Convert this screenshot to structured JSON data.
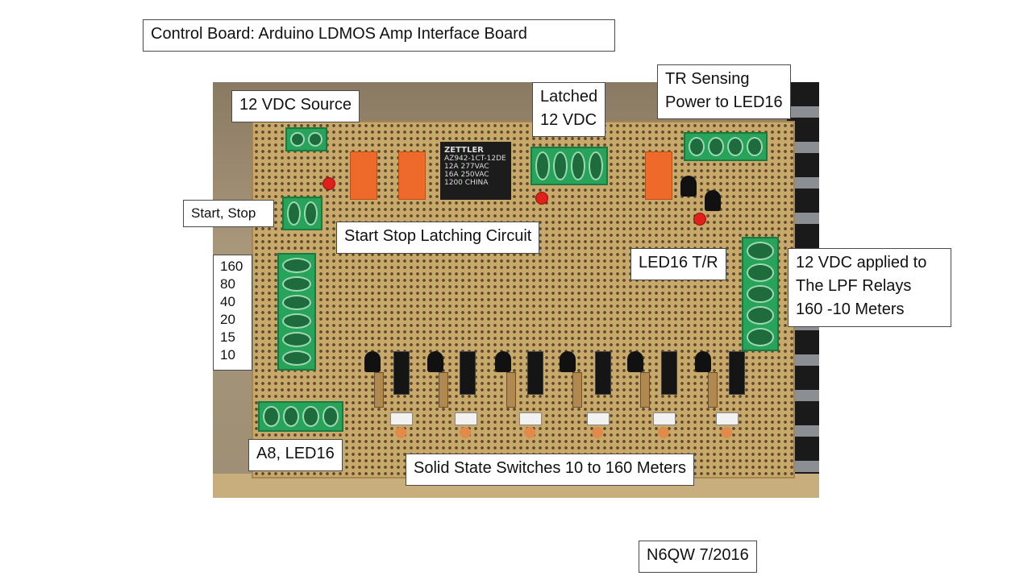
{
  "title": "Control Board: Arduino LDMOS Amp Interface Board",
  "credit": "N6QW 7/2016",
  "labels": {
    "vdc_source": "12 VDC Source",
    "latched": [
      "Latched",
      "12 VDC"
    ],
    "tr_sensing": [
      "TR Sensing",
      "Power to LED16"
    ],
    "start_stop": "Start, Stop",
    "latching_circuit": "Start Stop Latching Circuit",
    "led16_tr": "LED16 T/R",
    "vdc_applied": [
      "12 VDC applied to",
      "The LPF Relays",
      "160 -10 Meters"
    ],
    "bands": [
      "160",
      "80",
      "40",
      "20",
      "15",
      "10"
    ],
    "a8_led16": "A8, LED16",
    "solid_state": "Solid State Switches 10 to 160 Meters"
  },
  "photo": {
    "relay_text": [
      "ZETTLER",
      "AZ942-1CT-12DE",
      "12A 277VAC",
      "16A 250VAC",
      "1200   CHINA"
    ]
  },
  "colors": {
    "board": "#c9a96a",
    "terminal": "#27a35a",
    "relay": "#ee6a2a",
    "led": "#e0201a"
  }
}
